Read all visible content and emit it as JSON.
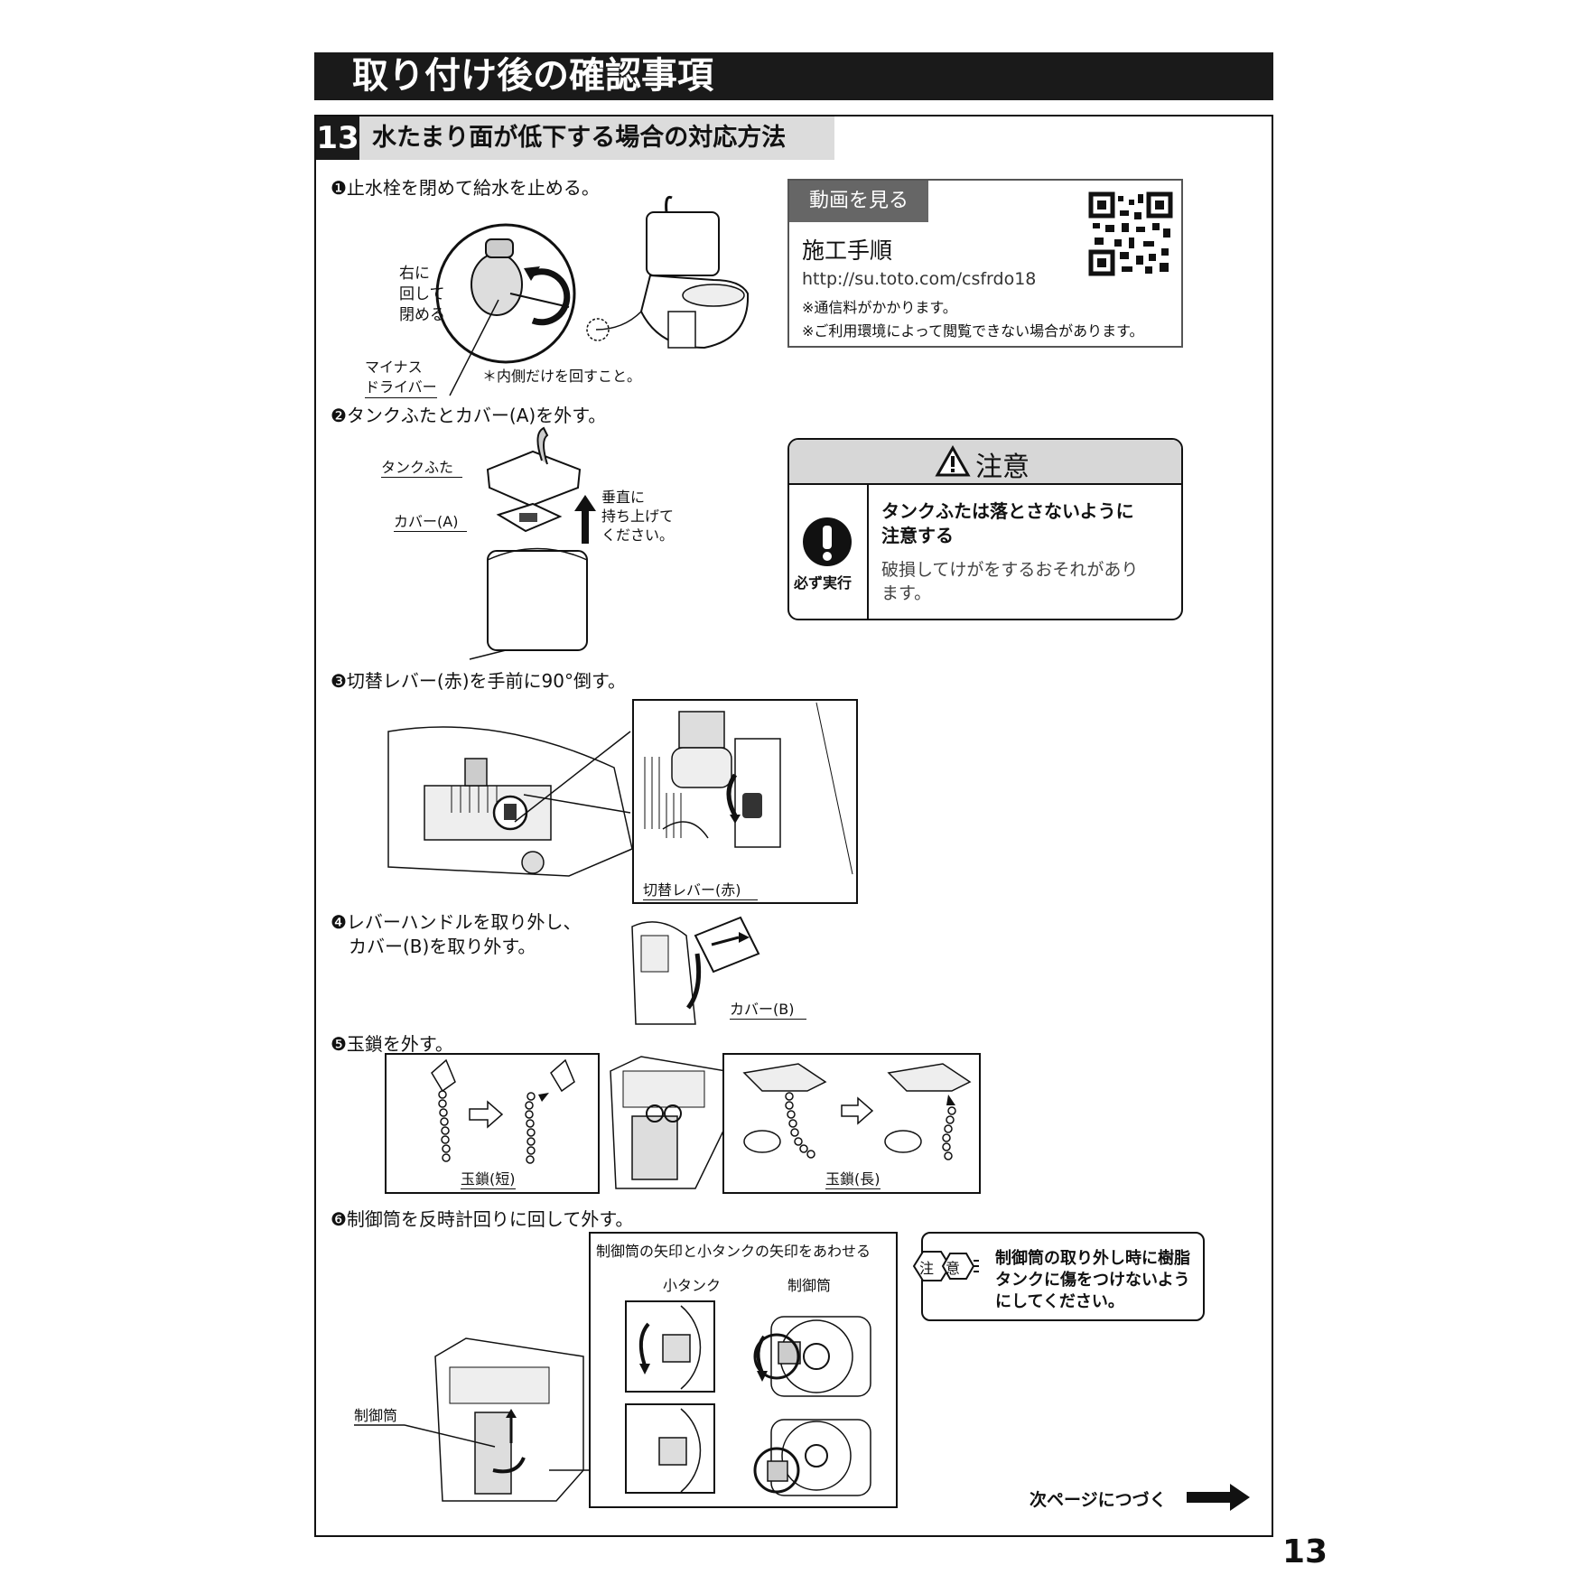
{
  "header": {
    "title": "取り付け後の確認事項"
  },
  "section": {
    "number": "13",
    "title": "水たまり面が低下する場合の対応方法"
  },
  "steps": {
    "s1": "❶止水栓を閉めて給水を止める。",
    "s1_turn_line1": "右に",
    "s1_turn_line2": "回して",
    "s1_turn_line3": "閉める",
    "s1_tool_line1": "マイナス",
    "s1_tool_line2": "ドライバー",
    "s1_note": "＊内側だけを回すこと。",
    "s2": "❷タンクふたとカバー(A)を外す。",
    "s2_lid": "タンクふた",
    "s2_cover": "カバー(A)",
    "s2_lift_line1": "垂直に",
    "s2_lift_line2": "持ち上げて",
    "s2_lift_line3": "ください。",
    "s3": "❸切替レバー(赤)を手前に90°倒す。",
    "s3_lever": "切替レバー(赤)",
    "s4_line1": "❹レバーハンドルを取り外し、",
    "s4_line2": "カバー(B)を取り外す。",
    "s4_cover": "カバー(B)",
    "s5": "❺玉鎖を外す。",
    "s5_short": "玉鎖(短)",
    "s5_long": "玉鎖(長)",
    "s6": "❻制御筒を反時計回りに回して外す。",
    "s6_align": "制御筒の矢印と小タンクの矢印をあわせる",
    "s6_small_tank": "小タンク",
    "s6_cylinder": "制御筒",
    "s6_cylinder_left": "制御筒"
  },
  "video": {
    "tab": "動画を見る",
    "title": "施工手順",
    "url": "http://su.toto.com/csfrdo18",
    "note1": "※通信料がかかります。",
    "note2": "※ご利用環境によって閲覧できない場合があります。"
  },
  "caution": {
    "title": "注意",
    "must": "必ず実行",
    "line1": "タンクふたは落とさないように",
    "line2": "注意する",
    "body1": "破損してけがをするおそれがあり",
    "body2": "ます。"
  },
  "note": {
    "tag1": "注",
    "tag2": "意",
    "line1": "制御筒の取り外し時に樹脂",
    "line2": "タンクに傷をつけないよう",
    "line3": "にしてください。"
  },
  "footer": {
    "next": "次ページにつづく",
    "page": "13"
  }
}
